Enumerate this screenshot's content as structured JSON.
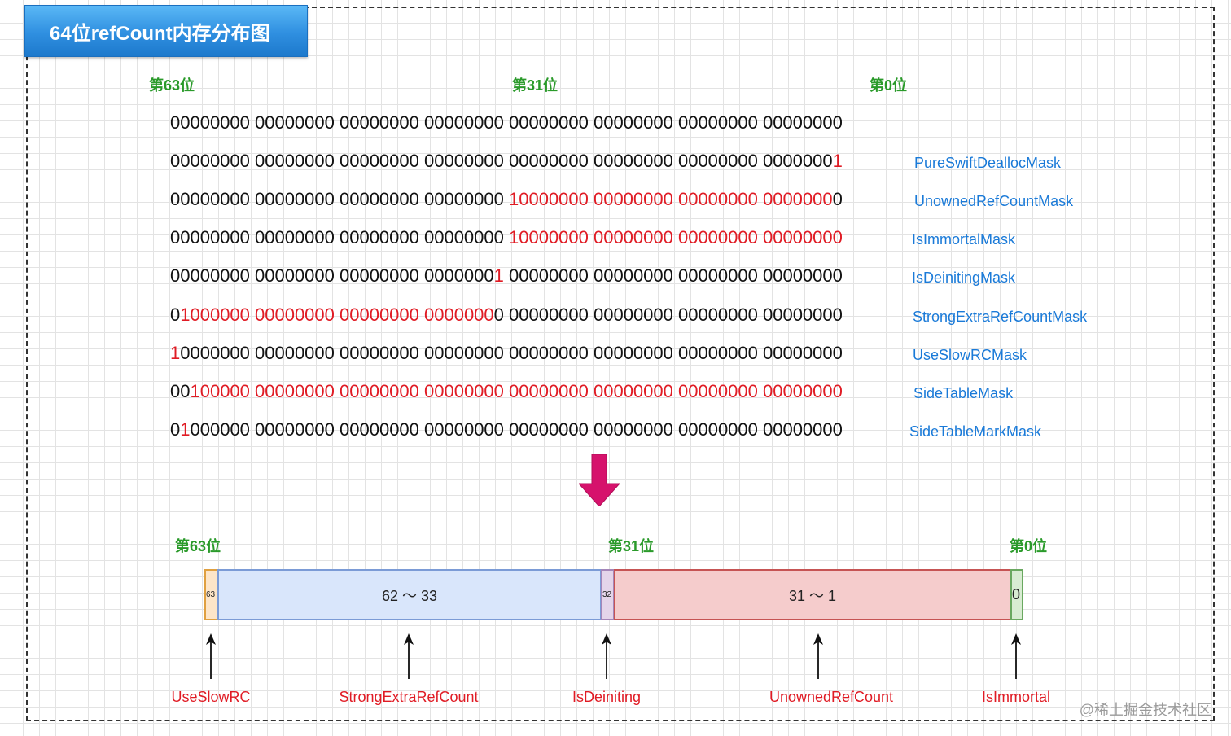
{
  "title": "64位refCount内存分布图",
  "top_positions": {
    "p63": "第63位",
    "p31": "第31位",
    "p0": "第0位"
  },
  "mask_rows": [
    {
      "segments": [
        {
          "text": "00000000 00000000 00000000 00000000 00000000 00000000 00000000 00000000",
          "red": false
        }
      ],
      "label": ""
    },
    {
      "segments": [
        {
          "text": "00000000 00000000 00000000 00000000 00000000 00000000 00000000 0000000",
          "red": false
        },
        {
          "text": "1",
          "red": true
        }
      ],
      "label": "PureSwiftDeallocMask"
    },
    {
      "segments": [
        {
          "text": "00000000 00000000 00000000 00000000 ",
          "red": false
        },
        {
          "text": "10000000 00000000 00000000 0000000",
          "red": true
        },
        {
          "text": "0",
          "red": false
        }
      ],
      "label": "UnownedRefCountMask"
    },
    {
      "segments": [
        {
          "text": "00000000 00000000 00000000 00000000 ",
          "red": false
        },
        {
          "text": "10000000 00000000 00000000 00000000",
          "red": true
        }
      ],
      "label": "IsImmortalMask"
    },
    {
      "segments": [
        {
          "text": "00000000 00000000 00000000 0000000",
          "red": false
        },
        {
          "text": "1",
          "red": true
        },
        {
          "text": " 00000000 00000000 00000000 00000000",
          "red": false
        }
      ],
      "label": "IsDeinitingMask"
    },
    {
      "segments": [
        {
          "text": "0",
          "red": false
        },
        {
          "text": "1000000 00000000 00000000 0000000",
          "red": true
        },
        {
          "text": "0 00000000 00000000 00000000 00000000",
          "red": false
        }
      ],
      "label": "StrongExtraRefCountMask"
    },
    {
      "segments": [
        {
          "text": "1",
          "red": true
        },
        {
          "text": "0000000 00000000 00000000 00000000 00000000 00000000 00000000 00000000",
          "red": false
        }
      ],
      "label": "UseSlowRCMask"
    },
    {
      "segments": [
        {
          "text": "00",
          "red": false
        },
        {
          "text": "100000 00000000 00000000 00000000 00000000 00000000 00000000 00000000",
          "red": true
        }
      ],
      "label": "SideTableMask"
    },
    {
      "segments": [
        {
          "text": "0",
          "red": false
        },
        {
          "text": "1",
          "red": true
        },
        {
          "text": "000000 00000000 00000000 00000000 00000000 00000000 00000000 00000000",
          "red": false
        }
      ],
      "label": "SideTableMarkMask"
    }
  ],
  "bottom_positions": {
    "p63": "第63位",
    "p31": "第31位",
    "p0": "第0位"
  },
  "layout_bar": [
    {
      "text": "63",
      "fill": "#fde5c8",
      "stroke": "#e0a040"
    },
    {
      "text": "62 ～ 33",
      "fill": "#d9e6fb",
      "stroke": "#7b9bd6"
    },
    {
      "text": "32",
      "fill": "#e4d5ea",
      "stroke": "#a586b8"
    },
    {
      "text": "31 ～ 1",
      "fill": "#f5cccc",
      "stroke": "#c65454"
    },
    {
      "text": "0",
      "fill": "#d8ecd2",
      "stroke": "#6aa860"
    }
  ],
  "fields": [
    "UseSlowRC",
    "StrongExtraRefCount",
    "IsDeiniting",
    "UnownedRefCount",
    "IsImmortal"
  ],
  "watermark": "@稀土掘金技术社区",
  "colors": {
    "bits_red": "#e01b24",
    "mask_label": "#1a7ad8",
    "position_label": "#2a9a2a",
    "arrow": "#d6126c",
    "field_label": "#e01b24"
  }
}
